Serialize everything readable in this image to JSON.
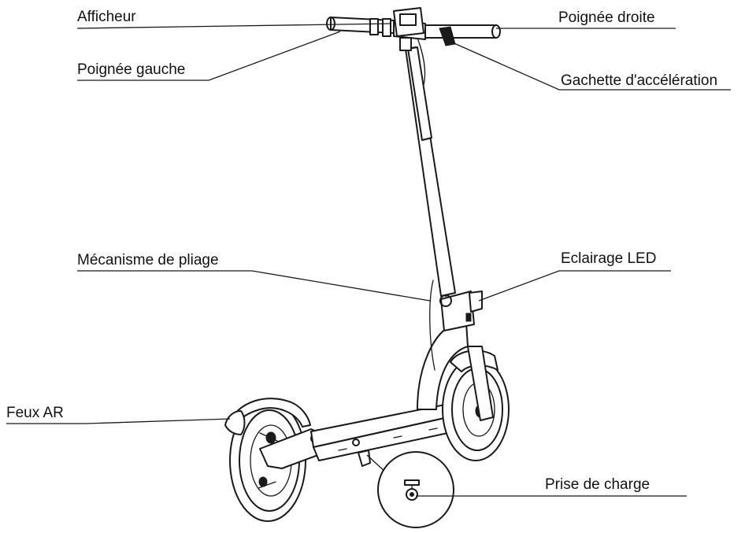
{
  "labels": {
    "afficheur": "Afficheur",
    "poignee_gauche": "Poignée gauche",
    "poignee_droite": "Poignée droite",
    "gachette": "Gachette d'accélération",
    "mecanisme": "Mécanisme de pliage",
    "eclairage": "Eclairage LED",
    "feux": "Feux AR",
    "prise": "Prise de charge"
  }
}
